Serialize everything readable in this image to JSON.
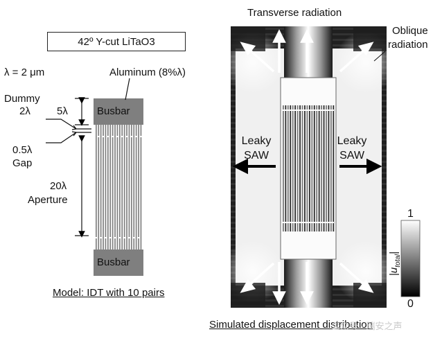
{
  "model": {
    "substrate": "42º Y-cut LiTaO3",
    "wavelength_note": "λ = 2 μm",
    "electrode_material": "Aluminum (8%λ)",
    "busbar_top": "Busbar",
    "busbar_bottom": "Busbar",
    "dummy": "Dummy",
    "dummy_length": "2λ",
    "busbar_width": "5λ",
    "gap_size": "0.5λ",
    "gap": "Gap",
    "aperture_size": "20λ",
    "aperture": "Aperture",
    "caption": "Model: IDT with 10 pairs"
  },
  "simulation": {
    "top_label": "Transverse radiation",
    "corner_label_line1": "Oblique",
    "corner_label_line2": "radiation",
    "left_label_line1": "Leaky",
    "left_label_line2": "SAW",
    "right_label_line1": "Leaky",
    "right_label_line2": "SAW",
    "caption": "Simulated displacement distribution"
  },
  "colorbar": {
    "max": "1",
    "min": "0",
    "label": "|u",
    "label_sub": "total",
    "label_end": "|"
  },
  "watermark": "公众号 · 瑞安之声",
  "colors": {
    "busbar": "#7f7f7f",
    "field_dark": "#111111",
    "field_light": "#f2f2f2",
    "arrow_white": "#ffffff"
  }
}
